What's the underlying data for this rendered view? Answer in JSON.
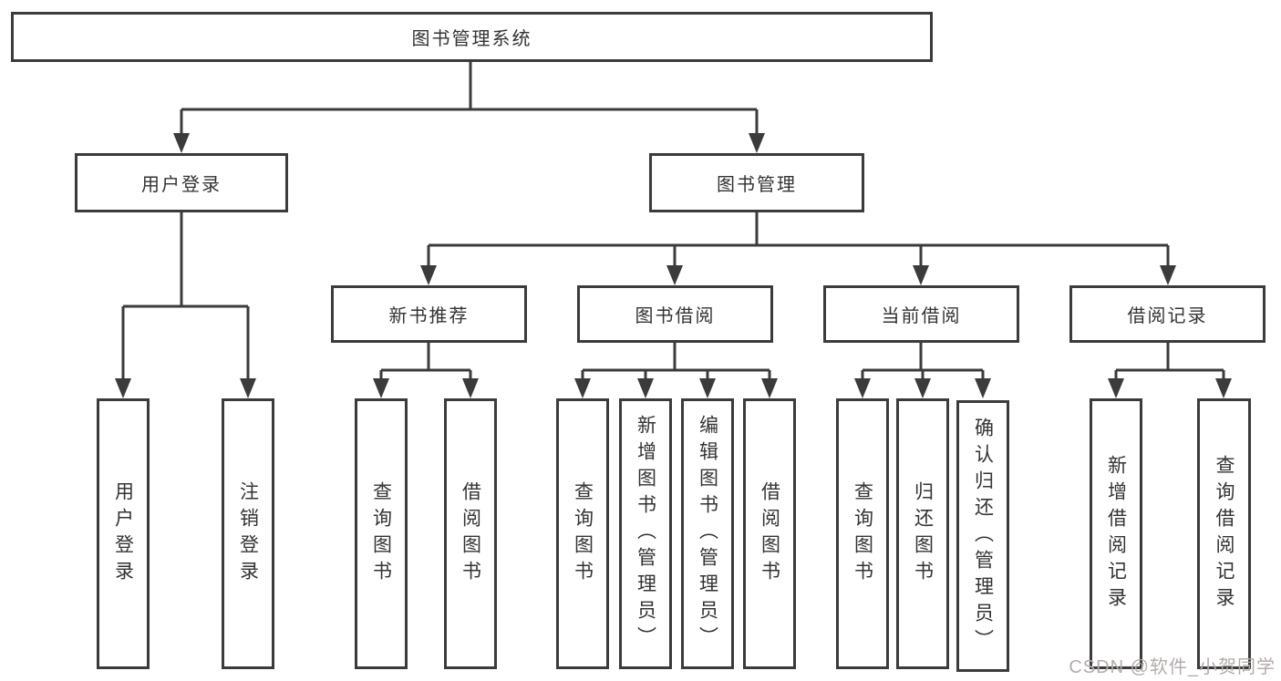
{
  "colors": {
    "line": "#3b3b3b",
    "node_border": "#3b3b3b",
    "text": "#333333",
    "background": "#ffffff",
    "watermark": "#b5abab"
  },
  "watermark": {
    "text": "CSDN @软件_小贺同学"
  },
  "tree": {
    "root": {
      "label": "图书管理系统",
      "children": [
        {
          "label": "用户登录",
          "children": [
            {
              "label": "用户登录"
            },
            {
              "label": "注销登录"
            }
          ]
        },
        {
          "label": "图书管理",
          "children": [
            {
              "label": "新书推荐",
              "children": [
                {
                  "label": "查询图书"
                },
                {
                  "label": "借阅图书"
                }
              ]
            },
            {
              "label": "图书借阅",
              "children": [
                {
                  "label": "查询图书"
                },
                {
                  "label": "新增图书（管理员）"
                },
                {
                  "label": "编辑图书（管理员）"
                },
                {
                  "label": "借阅图书"
                }
              ]
            },
            {
              "label": "当前借阅",
              "children": [
                {
                  "label": "查询图书"
                },
                {
                  "label": "归还图书"
                },
                {
                  "label": "确认归还（管理员）"
                }
              ]
            },
            {
              "label": "借阅记录",
              "children": [
                {
                  "label": "新增借阅记录"
                },
                {
                  "label": "查询借阅记录"
                }
              ]
            }
          ]
        }
      ]
    }
  }
}
